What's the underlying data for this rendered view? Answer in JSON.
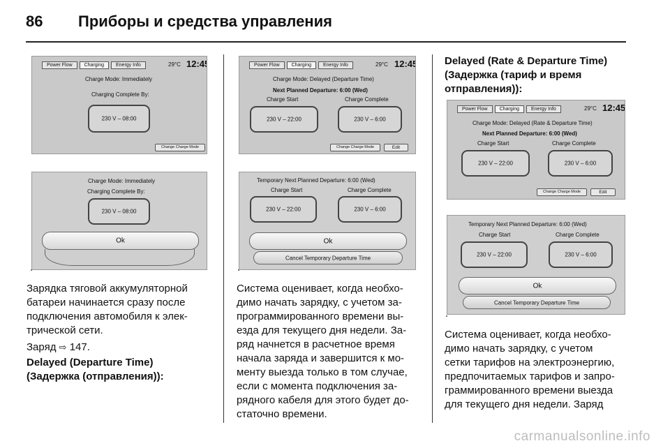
{
  "header": {
    "page_number": "86",
    "title": "Приборы и средства управления"
  },
  "tabs": [
    "Power Flow",
    "Charging",
    "Energy Info"
  ],
  "temperature": "29°C",
  "clock": "12:45",
  "values": {
    "v_0800": "230 V – 08:00",
    "v_2200": "230 V –  22:00",
    "v_600": "230 V –  6:00"
  },
  "labels": {
    "mode_immediately": "Charge Mode:  Immediately",
    "charging_complete_by": "Charging Complete By:",
    "change_charge_mode": "Change Charge Mode",
    "ok": "Ok",
    "mode_delayed_departure": "Charge Mode:  Delayed (Departure Time)",
    "mode_delayed_rate": "Charge Mode: Delayed (Rate & Departure Time)",
    "next_planned_departure": "Next Planned Departure:  6:00 (Wed)",
    "charge_start": "Charge Start",
    "charge_complete": "Charge Complete",
    "edit": "Edit",
    "temporary_next_departure": "Temporary Next Planned Departure: 6:00 (Wed)",
    "cancel_temp": "Cancel Temporary Departure Time"
  },
  "col1": {
    "para1": [
      "Зарядка тяговой аккумуляторной",
      "батареи начинается сразу после",
      "подключения автомобиля к элек-",
      "трической сети."
    ],
    "ref_prefix": "Заряд",
    "ref_arrow": "⇨",
    "ref_page": "147.",
    "heading": [
      "Delayed (Departure Time)",
      "(Задержка (отправления)):"
    ]
  },
  "col2": {
    "para": [
      "Система оценивает, когда необхо-",
      "димо начать зарядку, с учетом за-",
      "программированного времени вы-",
      "езда для текущего дня недели. За-",
      "ряд начнется в расчетное время",
      "начала заряда и завершится к мо-",
      "менту выезда только в том случае,",
      "если с момента подключения за-",
      "рядного кабеля для этого будет до-",
      "статочно времени."
    ]
  },
  "col3": {
    "heading": [
      "Delayed (Rate & Departure Time)",
      "(Задержка (тариф и время",
      "отправления)):"
    ],
    "para": [
      "Система оценивает, когда необхо-",
      "димо начать зарядку, с учетом",
      "сетки тарифов на электроэнергию,",
      "предпочитаемых тарифов и запро-",
      "граммированного времени выезда",
      "для текущего дня недели. Заряд"
    ]
  },
  "watermark": "carmanualsonline.info"
}
